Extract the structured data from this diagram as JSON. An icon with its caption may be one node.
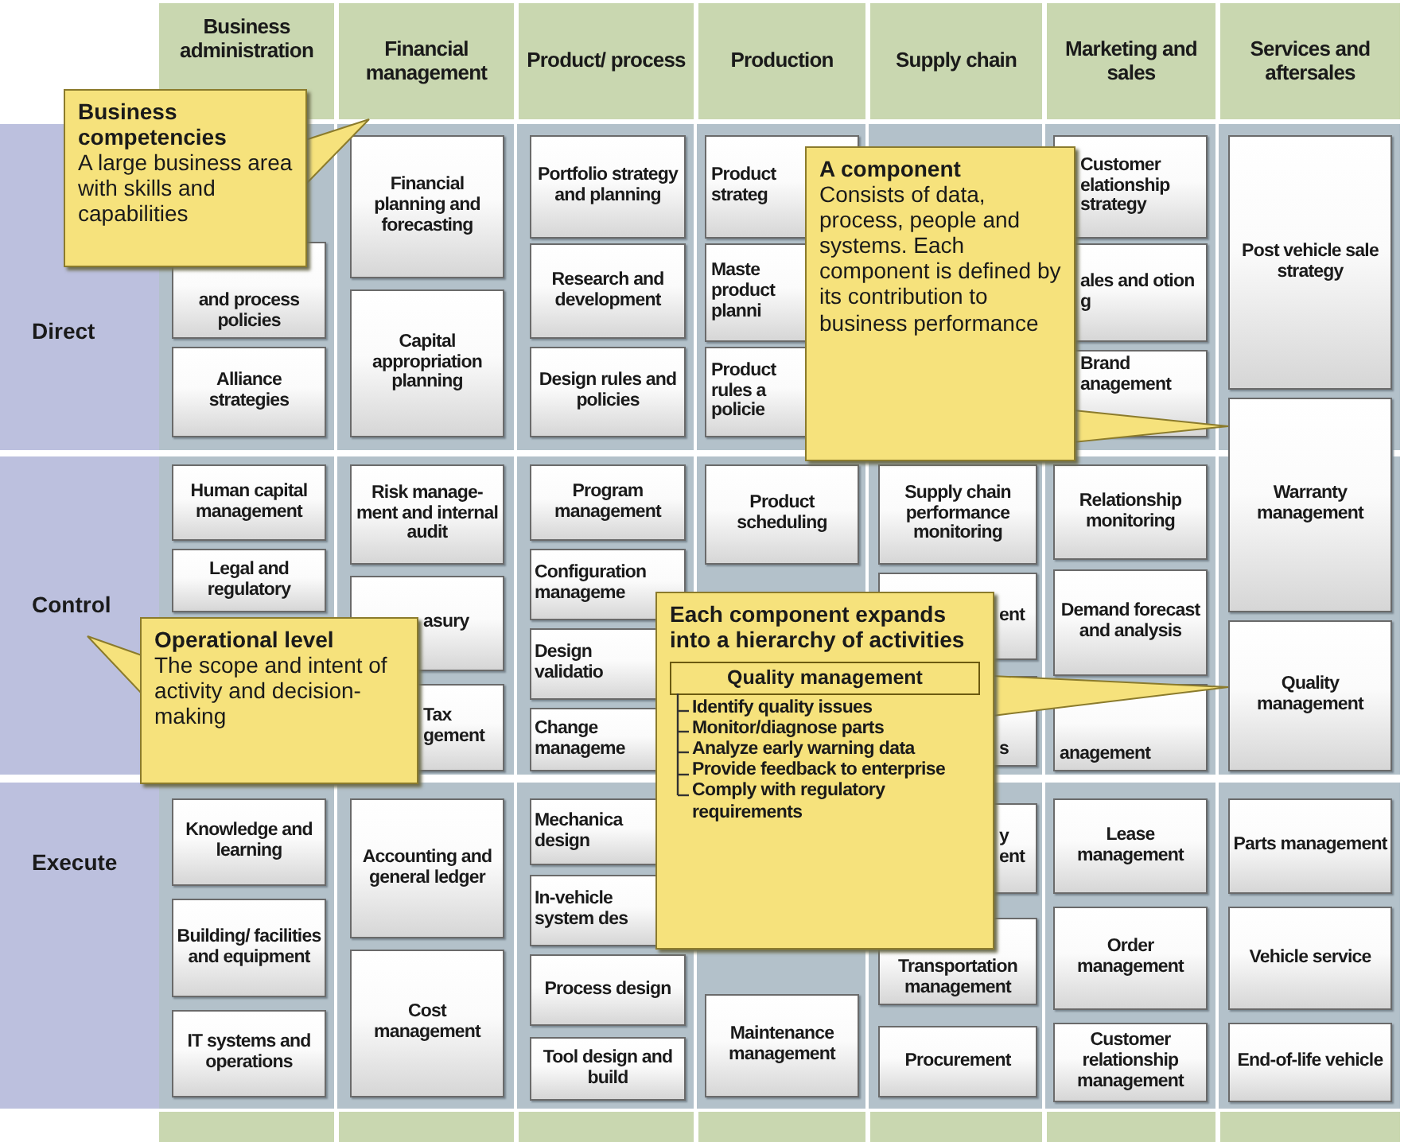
{
  "diagram": {
    "nodes": [
      {
        "text": [
          "Business administration"
        ]
      },
      {
        "text": [
          "Financial management"
        ]
      },
      {
        "text": [
          "Product/ process"
        ]
      },
      {
        "text": [
          "Production"
        ]
      },
      {
        "text": [
          "Supply chain"
        ]
      },
      {
        "text": [
          "Marketing and sales"
        ]
      },
      {
        "text": [
          "Services and aftersales"
        ]
      },
      {
        "text": [
          "Direct"
        ]
      },
      {
        "text": [
          "Control"
        ]
      },
      {
        "text": [
          "Execute"
        ]
      },
      {
        "text": [
          "and process policies"
        ]
      },
      {
        "text": [
          "Alliance strategies"
        ]
      },
      {
        "text": [
          "Financial planning and forecasting"
        ]
      },
      {
        "text": [
          "Capital appropriation planning"
        ]
      },
      {
        "text": [
          "Portfolio strategy and planning"
        ]
      },
      {
        "text": [
          "Research and development"
        ]
      },
      {
        "text": [
          "Design rules and policies"
        ]
      },
      {
        "text": [
          "Product strateg"
        ]
      },
      {
        "text": [
          "Maste product planni"
        ]
      },
      {
        "text": [
          "Product rules a policie"
        ]
      },
      {
        "text": [
          "Customer elationship strategy"
        ]
      },
      {
        "text": [
          "ales and otion g"
        ]
      },
      {
        "text": [
          "Brand anagement"
        ]
      },
      {
        "text": [
          "Post vehicle sale strategy"
        ]
      },
      {
        "text": [
          "Warranty management"
        ]
      },
      {
        "text": [
          "Quality management"
        ]
      },
      {
        "text": [
          "Human capital management"
        ]
      },
      {
        "text": [
          "Legal and regulatory"
        ]
      },
      {
        "text": [
          "Risk manage-ment and internal audit"
        ]
      },
      {
        "text": [
          "asury"
        ]
      },
      {
        "text": [
          "Tax gement"
        ]
      },
      {
        "text": [
          "Program management"
        ]
      },
      {
        "text": [
          "Configuration manageme"
        ]
      },
      {
        "text": [
          "Design validatio"
        ]
      },
      {
        "text": [
          "Change manageme"
        ]
      },
      {
        "text": [
          "Product scheduling"
        ]
      },
      {
        "text": [
          "Supply chain performance monitoring"
        ]
      },
      {
        "text": [
          "ent"
        ]
      },
      {
        "text": [
          "s"
        ]
      },
      {
        "text": [
          "Relationship monitoring"
        ]
      },
      {
        "text": [
          "Demand forecast and analysis"
        ]
      },
      {
        "text": [
          "anagement"
        ]
      },
      {
        "text": [
          "Knowledge and learning"
        ]
      },
      {
        "text": [
          "Building/ facilities and equipment"
        ]
      },
      {
        "text": [
          "IT systems and operations"
        ]
      },
      {
        "text": [
          "Accounting and general ledger"
        ]
      },
      {
        "text": [
          "Cost management"
        ]
      },
      {
        "text": [
          "Mechanica design"
        ]
      },
      {
        "text": [
          "In-vehicle system des"
        ]
      },
      {
        "text": [
          "Process design"
        ]
      },
      {
        "text": [
          "Tool design and build"
        ]
      },
      {
        "text": [
          "Maintenance management"
        ]
      },
      {
        "text": [
          "y ent"
        ]
      },
      {
        "text": [
          "Transportation management"
        ]
      },
      {
        "text": [
          "Procurement"
        ]
      },
      {
        "text": [
          "Lease management"
        ]
      },
      {
        "text": [
          "Order management"
        ]
      },
      {
        "text": [
          "Customer relationship management"
        ]
      },
      {
        "text": [
          "Parts management"
        ]
      },
      {
        "text": [
          "Vehicle service"
        ]
      },
      {
        "text": [
          "End-of-life vehicle"
        ]
      },
      {
        "text": [
          "Business competencies",
          "A large business area with skills and capabilities"
        ]
      },
      {
        "text": [
          "A component",
          "Consists of data, process, people and systems. Each component is defined by its contribution to business performance"
        ]
      },
      {
        "text": [
          "Operational level",
          "The scope and intent of activity and decision-making"
        ]
      },
      {
        "text": [
          "Each component expands into a hierarchy of activities"
        ]
      },
      {
        "text": [
          "Quality management"
        ],
        "in": 64
      }
    ],
    "edges": [
      {
        "from": 61,
        "to": 1,
        "arrow": "to"
      },
      {
        "from": 62,
        "to": 24,
        "arrow": "to"
      },
      {
        "from": 63,
        "to": 8,
        "arrow": "to"
      },
      {
        "from": 64,
        "to": 25,
        "arrow": "to"
      }
    ],
    "labels": [
      "Identify quality issues",
      "Monitor/diagnose parts",
      "Analyze early warning data",
      "Provide feedback to enterprise",
      "Comply with regulatory requirements"
    ]
  }
}
